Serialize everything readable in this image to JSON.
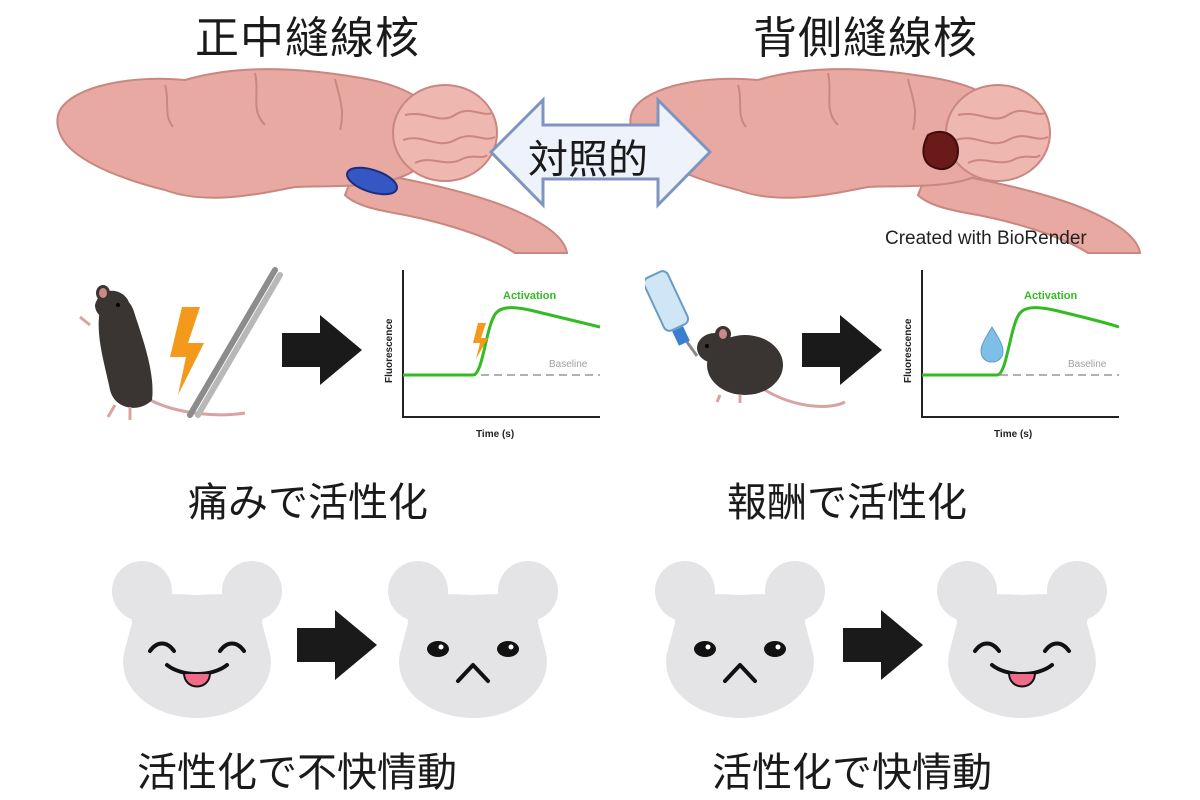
{
  "left": {
    "title": "正中縫線核",
    "stimulus_caption": "痛みで活性化",
    "emotion_caption": "活性化で不快情動",
    "chart": {
      "activation_label": "Activation",
      "baseline_label": "Baseline",
      "xlabel": "Time (s)",
      "ylabel": "Fluorescence"
    }
  },
  "right": {
    "title": "背側縫線核",
    "stimulus_caption": "報酬で活性化",
    "emotion_caption": "活性化で快情動",
    "chart": {
      "activation_label": "Activation",
      "baseline_label": "Baseline",
      "xlabel": "Time (s)",
      "ylabel": "Fluorescence"
    }
  },
  "contrast_label": "対照的",
  "credit": "Created with BioRender",
  "colors": {
    "brain_fill": "#e8a9a2",
    "brain_stroke": "#c98780",
    "cerebellum_fill": "#eeb7b0",
    "median_raphe": "#3557c4",
    "dorsal_raphe": "#6b1a1a",
    "activation_curve": "#33bb22",
    "baseline_dash": "#b0b0b0",
    "lightning": "#f39a1d",
    "water_drop": "#7fbfe6",
    "arrow_fill": "#1a1a1a",
    "face_fill": "#e4e4e6",
    "tongue": "#f06a8a"
  }
}
